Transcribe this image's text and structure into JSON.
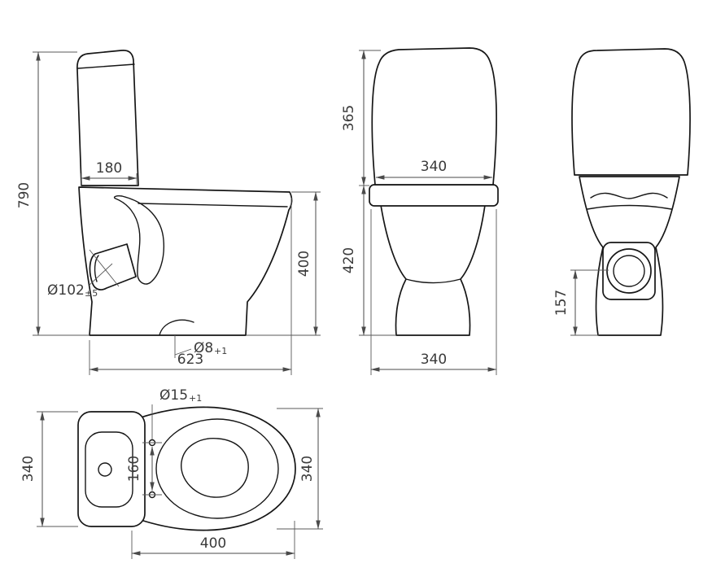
{
  "dims": {
    "side": {
      "total_height": "790",
      "tank_depth": "180",
      "outlet_dia": "Ø102",
      "outlet_tol": "±5",
      "length": "623",
      "bowl_height": "400",
      "drain_dia": "Ø8",
      "drain_tol": "+1"
    },
    "front": {
      "tank_height": "365",
      "tank_width": "340",
      "bowl_height": "420",
      "base_width": "340"
    },
    "rear": {
      "outlet_height": "157"
    },
    "top": {
      "hinge_hole_dia": "Ø15",
      "hinge_hole_tol": "+1",
      "tank_width": "340",
      "hinge_spacing": "160",
      "seat_width": "340",
      "bowl_length": "400"
    }
  },
  "colors": {
    "background": "#ffffff",
    "object_line": "#161616",
    "dimension_line": "#4a4a4a",
    "text": "#3a3a3a"
  }
}
